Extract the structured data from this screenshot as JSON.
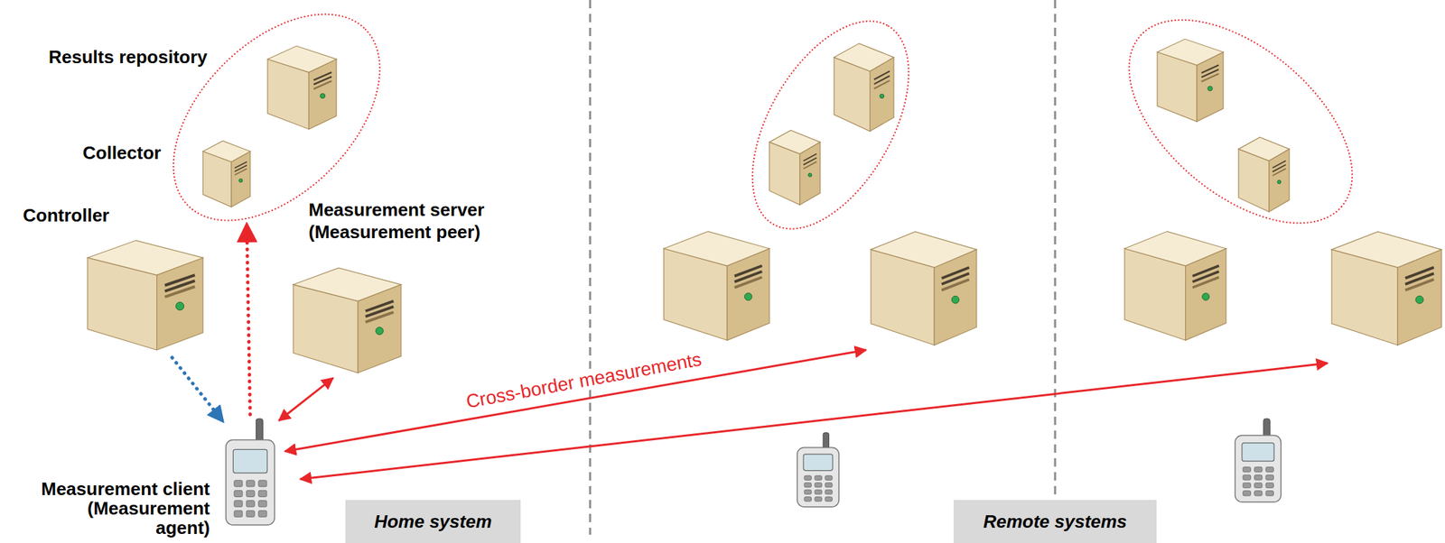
{
  "diagram": {
    "nodes": [
      {
        "text": [
          "Results repository"
        ]
      },
      {
        "text": [
          "Collector"
        ]
      },
      {
        "text": [
          "Controller"
        ]
      },
      {
        "text": [
          "Measurement server (Measurement peer)"
        ]
      },
      {
        "text": [
          "Measurement client (Measurement agent)"
        ]
      },
      {
        "text": [
          "Home system"
        ]
      },
      {
        "text": [
          "Remote systems"
        ]
      }
    ],
    "edges": [
      {
        "from": 2,
        "to": 4,
        "arrow": "to"
      },
      {
        "from": 4,
        "to": 1,
        "arrow": "to"
      },
      {
        "from": 4,
        "to": 3,
        "arrow": "both"
      }
    ],
    "labels": [
      "Cross-border measurements"
    ]
  }
}
